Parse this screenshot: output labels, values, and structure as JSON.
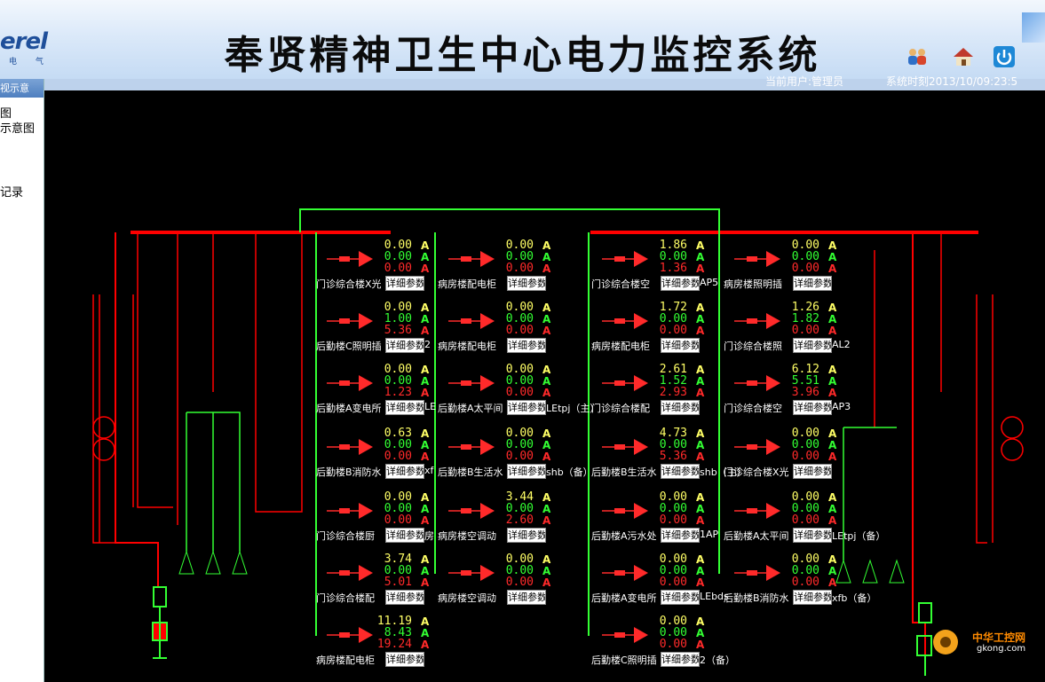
{
  "header": {
    "logo": "erel",
    "logo_sub": "电 气",
    "title": "奉贤精神卫生中心电力监控系统",
    "user_label": "当前用户:管理员",
    "time_label": "系统时刻2013/10/09:23:5"
  },
  "sidebar": {
    "header": "视示意",
    "items": [
      "图",
      "示意图",
      "记录"
    ]
  },
  "units": {
    "a": "A"
  },
  "detail_label": "详细参数",
  "feeders": [
    {
      "name": "门诊综合楼X光",
      "v1": "0.00",
      "v2": "0.00",
      "v3": "0.00"
    },
    {
      "name": "病房楼配电柜",
      "v1": "0.00",
      "v2": "0.00",
      "v3": "0.00"
    },
    {
      "name": "门诊综合楼空",
      "v1": "1.86",
      "v2": "0.00",
      "v3": "1.36",
      "suffix": "AP5"
    },
    {
      "name": "病房楼照明插",
      "v1": "0.00",
      "v2": "0.00",
      "v3": "0.00"
    },
    {
      "name": "后勤楼C照明插",
      "v1": "0.00",
      "v2": "1.00",
      "v3": "5.36",
      "suffix": "2"
    },
    {
      "name": "病房楼配电柜",
      "v1": "0.00",
      "v2": "0.00",
      "v3": "0.00"
    },
    {
      "name": "病房楼配电柜",
      "v1": "1.72",
      "v2": "0.00",
      "v3": "0.00"
    },
    {
      "name": "门诊综合楼照",
      "v1": "1.26",
      "v2": "1.82",
      "v3": "0.00",
      "suffix": "AL2"
    },
    {
      "name": "后勤楼A变电所",
      "v1": "0.00",
      "v2": "0.00",
      "v3": "1.23",
      "suffix": "LE"
    },
    {
      "name": "后勤楼A太平间",
      "v1": "0.00",
      "v2": "0.00",
      "v3": "0.00",
      "suffix": "LEtpj（主）"
    },
    {
      "name": "门诊综合楼配",
      "v1": "2.61",
      "v2": "1.52",
      "v3": "2.93"
    },
    {
      "name": "门诊综合楼空",
      "v1": "6.12",
      "v2": "5.51",
      "v3": "3.96",
      "suffix": "AP3"
    },
    {
      "name": "后勤楼B消防水",
      "v1": "0.63",
      "v2": "0.00",
      "v3": "0.00",
      "suffix": "xf"
    },
    {
      "name": "后勤楼B生活水",
      "v1": "0.00",
      "v2": "0.00",
      "v3": "0.00",
      "suffix": "shb（备）"
    },
    {
      "name": "后勤楼B生活水",
      "v1": "4.73",
      "v2": "0.00",
      "v3": "5.36",
      "suffix": "shb（主）"
    },
    {
      "name": "门诊综合楼X光",
      "v1": "0.00",
      "v2": "0.00",
      "v3": "0.00"
    },
    {
      "name": "门诊综合楼厨",
      "v1": "0.00",
      "v2": "0.00",
      "v3": "0.00",
      "suffix": "房"
    },
    {
      "name": "病房楼空调动",
      "v1": "3.44",
      "v2": "0.00",
      "v3": "2.60"
    },
    {
      "name": "后勤楼A污水处",
      "v1": "0.00",
      "v2": "0.00",
      "v3": "0.00",
      "suffix": "1AP"
    },
    {
      "name": "后勤楼A太平间",
      "v1": "0.00",
      "v2": "0.00",
      "v3": "0.00",
      "suffix": "LEtpj（备）"
    },
    {
      "name": "门诊综合楼配",
      "v1": "3.74",
      "v2": "0.00",
      "v3": "5.01"
    },
    {
      "name": "病房楼空调动",
      "v1": "0.00",
      "v2": "0.00",
      "v3": "0.00"
    },
    {
      "name": "后勤楼A变电所",
      "v1": "0.00",
      "v2": "0.00",
      "v3": "0.00",
      "suffix": "LEbds"
    },
    {
      "name": "后勤楼B消防水",
      "v1": "0.00",
      "v2": "0.00",
      "v3": "0.00",
      "suffix": "xfb（备）"
    },
    {
      "name": "病房楼配电柜",
      "v1": "11.19",
      "v2": "8.43",
      "v3": "19.24"
    },
    {
      "name": "后勤楼C照明插",
      "v1": "0.00",
      "v2": "0.00",
      "v3": "0.00",
      "suffix": "2（备）"
    }
  ],
  "watermark": {
    "text": "中华工控网",
    "url": "gkong.com"
  },
  "colors": {
    "bus": "#ff0000",
    "feeder_bus": "#33ff33",
    "background": "#000000"
  }
}
